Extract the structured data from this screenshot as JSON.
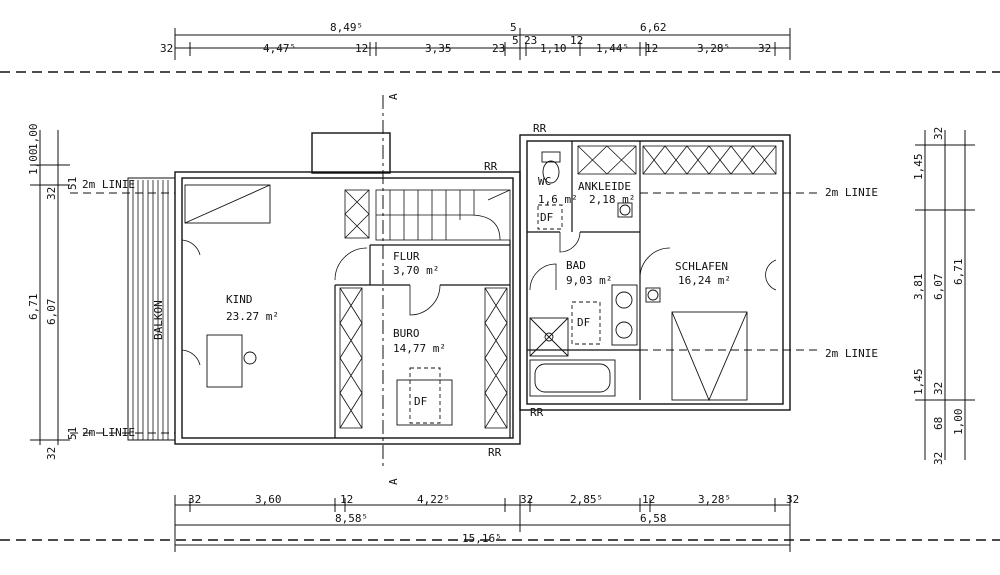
{
  "rooms": [
    {
      "id": "kind",
      "name": "KIND",
      "area": "23.27 m²"
    },
    {
      "id": "flur",
      "name": "FLUR",
      "area": "3,70 m²"
    },
    {
      "id": "buro",
      "name": "BURO",
      "area": "14,77 m²"
    },
    {
      "id": "wc",
      "name": "WC",
      "area": "1,6 m²"
    },
    {
      "id": "ankleide",
      "name": "ANKLEIDE",
      "area": "2,18 m²"
    },
    {
      "id": "bad",
      "name": "BAD",
      "area": "9,03 m²"
    },
    {
      "id": "schlafen",
      "name": "SCHLAFEN",
      "area": "16,24 m²"
    }
  ],
  "labels": {
    "balkon": "BALKON",
    "section_a": "A",
    "df": "DF",
    "rr": "RR",
    "linie_2m": "2m LINIE"
  },
  "dims": {
    "top1": [
      "8,49⁵",
      "5",
      "6,62"
    ],
    "top2": [
      "32",
      "4,47⁵",
      "12",
      "3,35",
      "23",
      "5",
      "23",
      "1,10",
      "12",
      "1,44⁵",
      "12",
      "3,28⁵",
      "32"
    ],
    "bottom1": [
      "32",
      "3,60",
      "12",
      "4,22⁵",
      "32",
      "2,85⁵",
      "12",
      "3,28⁵",
      "32"
    ],
    "bottom2": [
      "8,58⁵",
      "6,58"
    ],
    "bottom3": [
      "15,16⁵"
    ],
    "left_outer": [
      "1,00",
      "1,00",
      "32",
      "51",
      "6,71",
      "6,07",
      "51",
      "32"
    ],
    "right_outer": [
      "32",
      "1,45",
      "3,81",
      "6,07",
      "6,71",
      "1,45",
      "32",
      "68",
      "1,00",
      "32"
    ]
  }
}
